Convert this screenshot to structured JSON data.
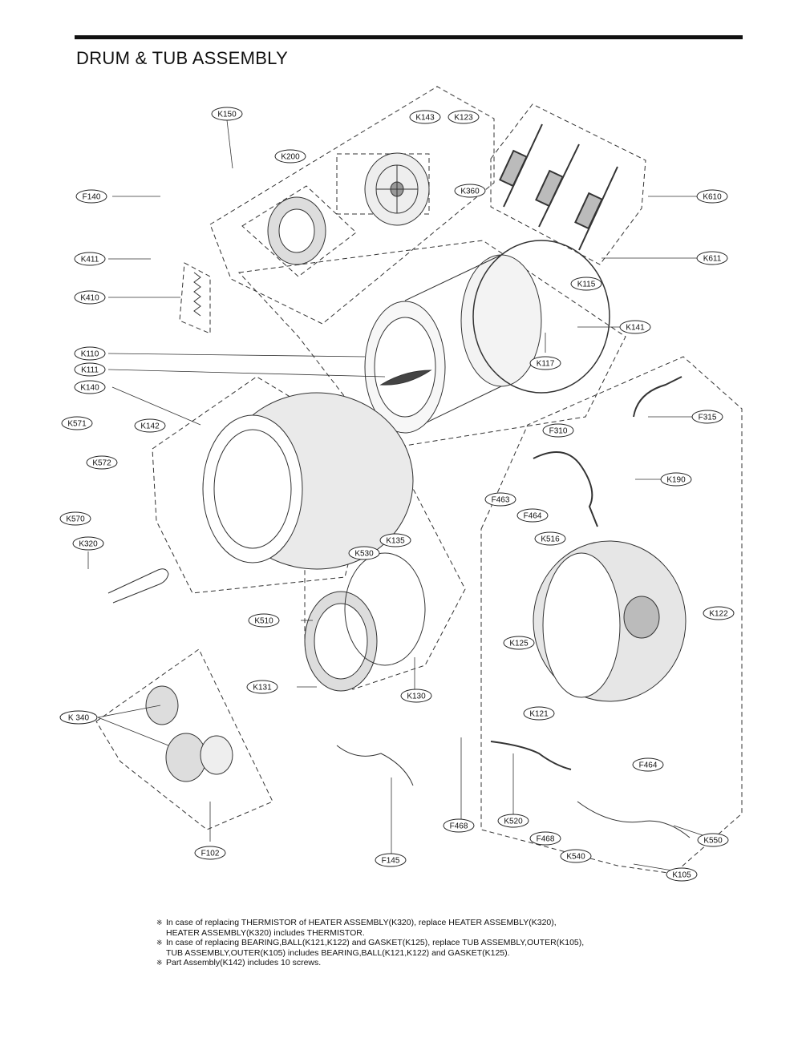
{
  "page": {
    "title": "DRUM & TUB ASSEMBLY"
  },
  "callouts": [
    {
      "id": "K150",
      "label": "K150"
    },
    {
      "id": "K143",
      "label": "K143"
    },
    {
      "id": "K123",
      "label": "K123"
    },
    {
      "id": "K200",
      "label": "K200"
    },
    {
      "id": "F140",
      "label": "F140"
    },
    {
      "id": "K360",
      "label": "K360"
    },
    {
      "id": "K610",
      "label": "K610"
    },
    {
      "id": "K411",
      "label": "K411"
    },
    {
      "id": "K611",
      "label": "K611"
    },
    {
      "id": "K410",
      "label": "K410"
    },
    {
      "id": "K115",
      "label": "K115"
    },
    {
      "id": "K141",
      "label": "K141"
    },
    {
      "id": "K110",
      "label": "K110"
    },
    {
      "id": "K111",
      "label": "K111"
    },
    {
      "id": "K117",
      "label": "K117"
    },
    {
      "id": "K140",
      "label": "K140"
    },
    {
      "id": "K571",
      "label": "K571"
    },
    {
      "id": "K142",
      "label": "K142"
    },
    {
      "id": "F315",
      "label": "F315"
    },
    {
      "id": "F310",
      "label": "F310"
    },
    {
      "id": "K572",
      "label": "K572"
    },
    {
      "id": "K190",
      "label": "K190"
    },
    {
      "id": "K570",
      "label": "K570"
    },
    {
      "id": "F463",
      "label": "F463"
    },
    {
      "id": "F464a",
      "label": "F464"
    },
    {
      "id": "K516",
      "label": "K516"
    },
    {
      "id": "K320",
      "label": "K320"
    },
    {
      "id": "K135",
      "label": "K135"
    },
    {
      "id": "K530",
      "label": "K530"
    },
    {
      "id": "K122",
      "label": "K122"
    },
    {
      "id": "K510",
      "label": "K510"
    },
    {
      "id": "K125",
      "label": "K125"
    },
    {
      "id": "K131",
      "label": "K131"
    },
    {
      "id": "K130",
      "label": "K130"
    },
    {
      "id": "K121",
      "label": "K121"
    },
    {
      "id": "K340",
      "label": "K 340"
    },
    {
      "id": "F464b",
      "label": "F464"
    },
    {
      "id": "F468a",
      "label": "F468"
    },
    {
      "id": "K520",
      "label": "K520"
    },
    {
      "id": "F468b",
      "label": "F468"
    },
    {
      "id": "K550",
      "label": "K550"
    },
    {
      "id": "F102",
      "label": "F102"
    },
    {
      "id": "K540",
      "label": "K540"
    },
    {
      "id": "F145",
      "label": "F145"
    },
    {
      "id": "K105",
      "label": "K105"
    }
  ],
  "notes": [
    {
      "bullet": "※",
      "line1": "In case of replacing THERMISTOR of HEATER ASSEMBLY(K320), replace HEATER ASSEMBLY(K320),",
      "line2": "HEATER ASSEMBLY(K320) includes THERMISTOR."
    },
    {
      "bullet": "※",
      "line1": "In case of replacing BEARING,BALL(K121,K122) and GASKET(K125), replace TUB ASSEMBLY,OUTER(K105),",
      "line2": "TUB ASSEMBLY,OUTER(K105) includes BEARING,BALL(K121,K122) and GASKET(K125)."
    },
    {
      "bullet": "※",
      "line1": "Part Assembly(K142) includes 10 screws.",
      "line2": ""
    }
  ]
}
